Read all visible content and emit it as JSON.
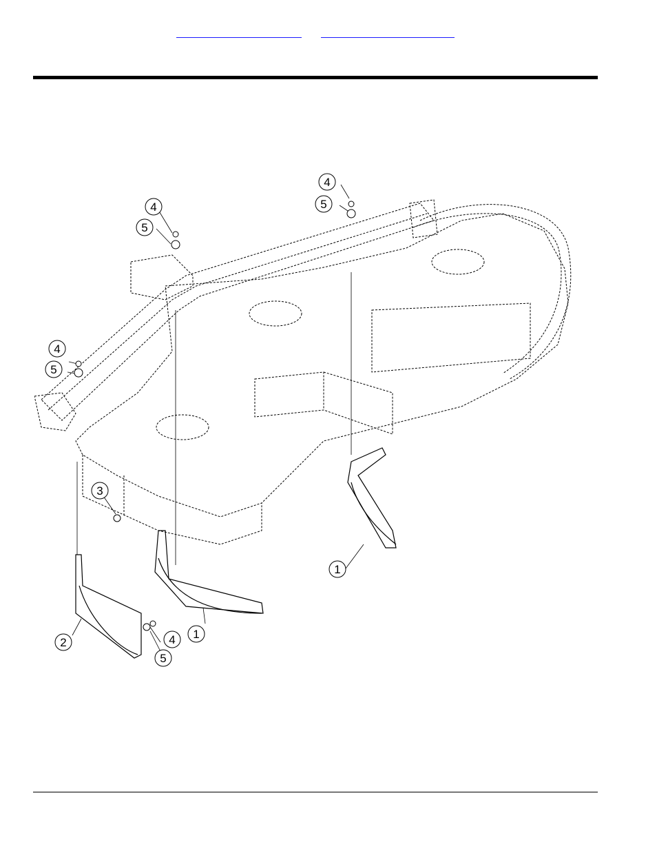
{
  "header": {
    "link_1": "",
    "link_2": ""
  },
  "diagram": {
    "callouts": {
      "c1": "4",
      "c2": "5",
      "c3": "4",
      "c4": "5",
      "c5": "4",
      "c6": "5",
      "c7": "3",
      "c8": "2",
      "c9": "5",
      "c10": "4",
      "c11": "1",
      "c12": "1"
    }
  }
}
